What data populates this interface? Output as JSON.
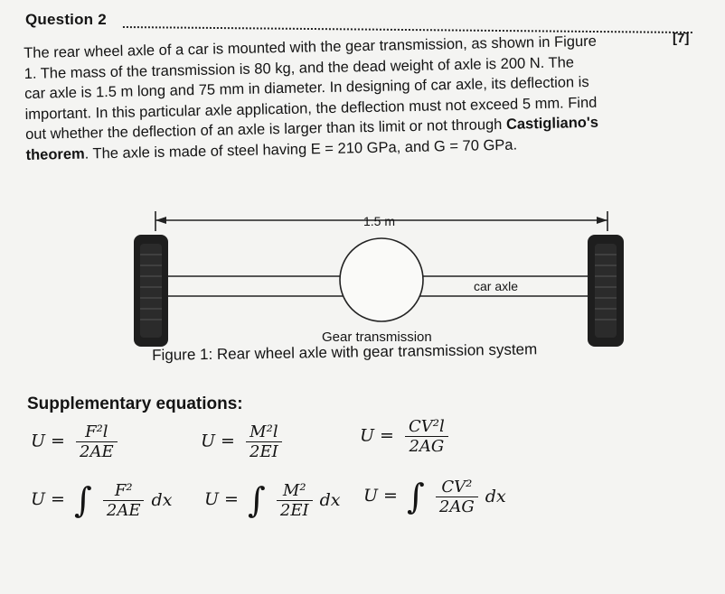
{
  "question": {
    "title": "Question 2",
    "marks": "[7]"
  },
  "paragraph": {
    "l1": "The rear wheel axle of a car is mounted with the gear transmission, as shown in Figure",
    "l2": "1. The mass of the transmission is 80 kg, and the dead weight of axle is 200 N. The",
    "l3": "car axle is 1.5 m long and 75 mm in diameter. In designing of car axle, its deflection is",
    "l4": "important. In this particular axle application, the deflection must not exceed 5 mm. Find",
    "l5a": "out whether the deflection of an axle is larger than its limit or not through ",
    "l5b": "Castigliano's",
    "l6a": "theorem",
    "l6b": ". The axle is made of steel having ",
    "l6c": "E = 210 GPa, and G = 70 GPa."
  },
  "figure": {
    "length_label": "1.5 m",
    "axle_label": "car axle",
    "gear_label": "Gear transmission",
    "caption": "Figure 1: Rear wheel axle with gear transmission system"
  },
  "supplementary": {
    "heading": "Supplementary equations:",
    "eq1": {
      "lhs": "U =",
      "num": "F²l",
      "den": "2AE"
    },
    "eq2": {
      "lhs": "U =",
      "num": "M²l",
      "den": "2EI"
    },
    "eq3": {
      "lhs": "U =",
      "num": "CV²l",
      "den": "2AG"
    },
    "eq4": {
      "lhs": "U =",
      "int": "∫",
      "num": "F²",
      "den": "2AE",
      "dx": "dx"
    },
    "eq5": {
      "lhs": "U =",
      "int": "∫",
      "num": "M²",
      "den": "2EI",
      "dx": "dx"
    },
    "eq6": {
      "lhs": "U =",
      "int": "∫",
      "num": "CV²",
      "den": "2AG",
      "dx": "dx"
    }
  }
}
